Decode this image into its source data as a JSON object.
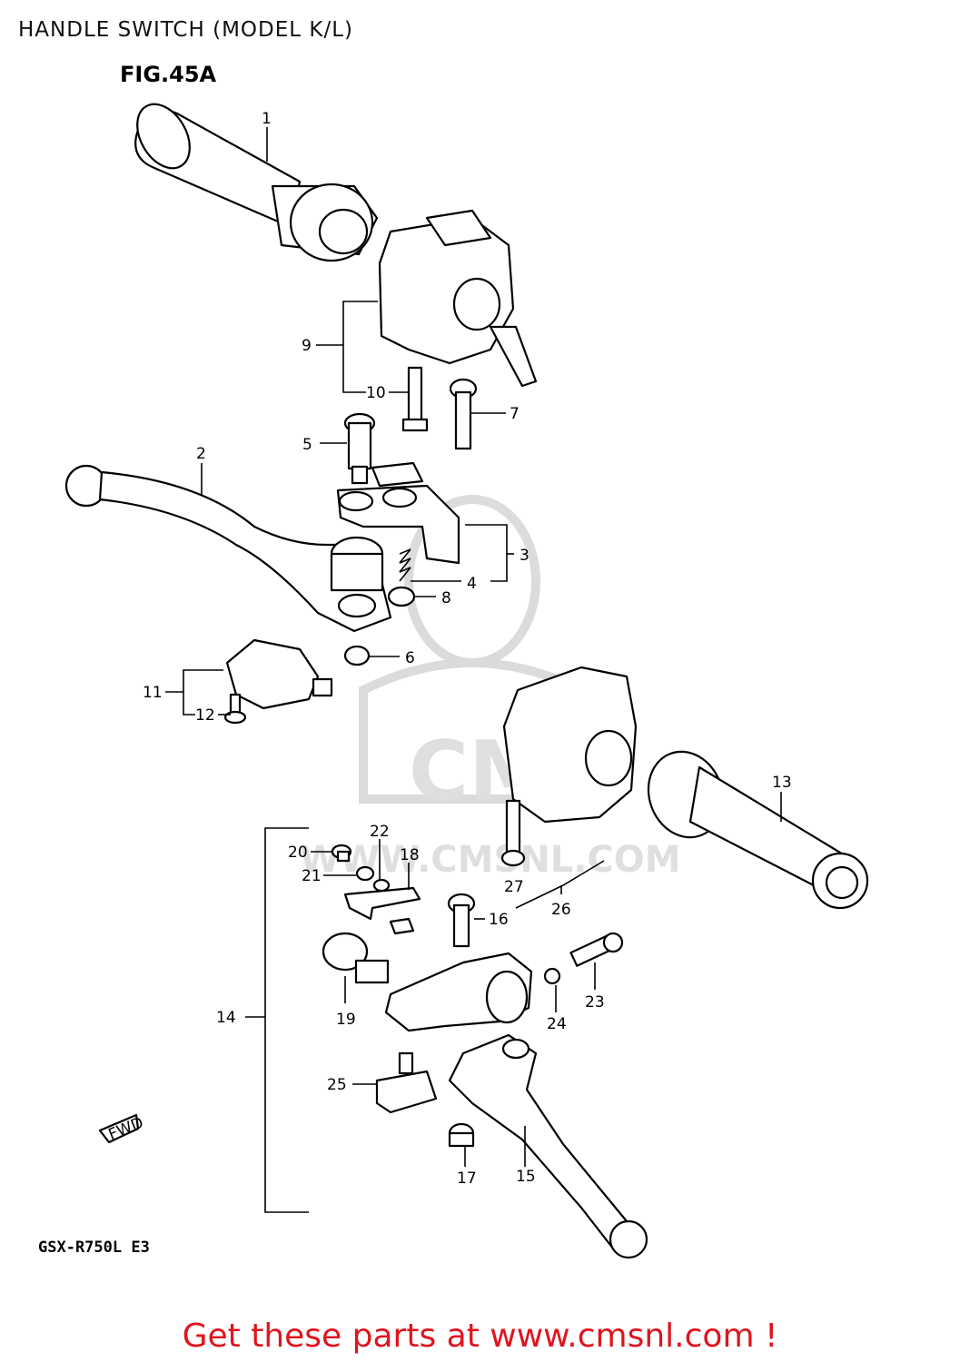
{
  "header": {
    "title": "HANDLE SWITCH (MODEL K/L)"
  },
  "figure": {
    "label": "FIG.45A",
    "model": "GSX-R750L E3",
    "fwd_marker": "FWD"
  },
  "watermark": {
    "logo_text": "CMS",
    "url_text": "WWW.CMSNL.COM"
  },
  "footer": {
    "cta": "Get these parts at www.cmsnl.com !"
  },
  "callouts": [
    "1",
    "2",
    "3",
    "4",
    "5",
    "6",
    "7",
    "8",
    "9",
    "10",
    "11",
    "12",
    "13",
    "14",
    "15",
    "16",
    "17",
    "18",
    "19",
    "20",
    "21",
    "22",
    "23",
    "24",
    "25",
    "26",
    "27"
  ]
}
